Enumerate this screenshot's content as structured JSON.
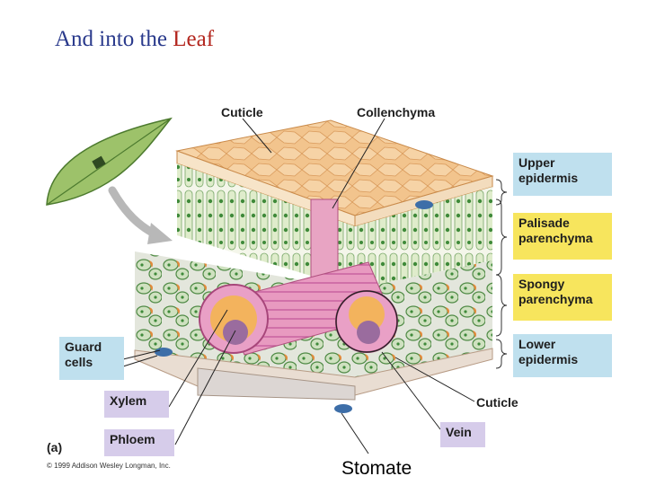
{
  "title": {
    "prefix": "And into the ",
    "highlight": "Leaf"
  },
  "labels": {
    "cuticle_top": "Cuticle",
    "collenchyma": "Collenchyma",
    "upper_epidermis": [
      "Upper",
      "epidermis"
    ],
    "palisade": [
      "Palisade",
      "parenchyma"
    ],
    "spongy": [
      "Spongy",
      "parenchyma"
    ],
    "lower_epidermis": [
      "Lower",
      "epidermis"
    ],
    "guard_cells": [
      "Guard",
      "cells"
    ],
    "xylem": "Xylem",
    "phloem": "Phloem",
    "cuticle_bottom": "Cuticle",
    "vein": "Vein",
    "panel": "(a)",
    "copyright": "© 1999 Addison Wesley Longman, Inc."
  },
  "caption": "Stomate",
  "colors": {
    "title_blue": "#2a3a8c",
    "title_red": "#b3261e",
    "label_blue": "#bfe0ee",
    "label_yellow": "#f7e55d",
    "label_lavender": "#d6ccea",
    "cuticle_orange": "#f2c48d",
    "cells_green": "#3f8a3a",
    "vein_pink": "#e89ac0"
  },
  "icons": [
    "leaf-icon",
    "arrow-icon"
  ]
}
